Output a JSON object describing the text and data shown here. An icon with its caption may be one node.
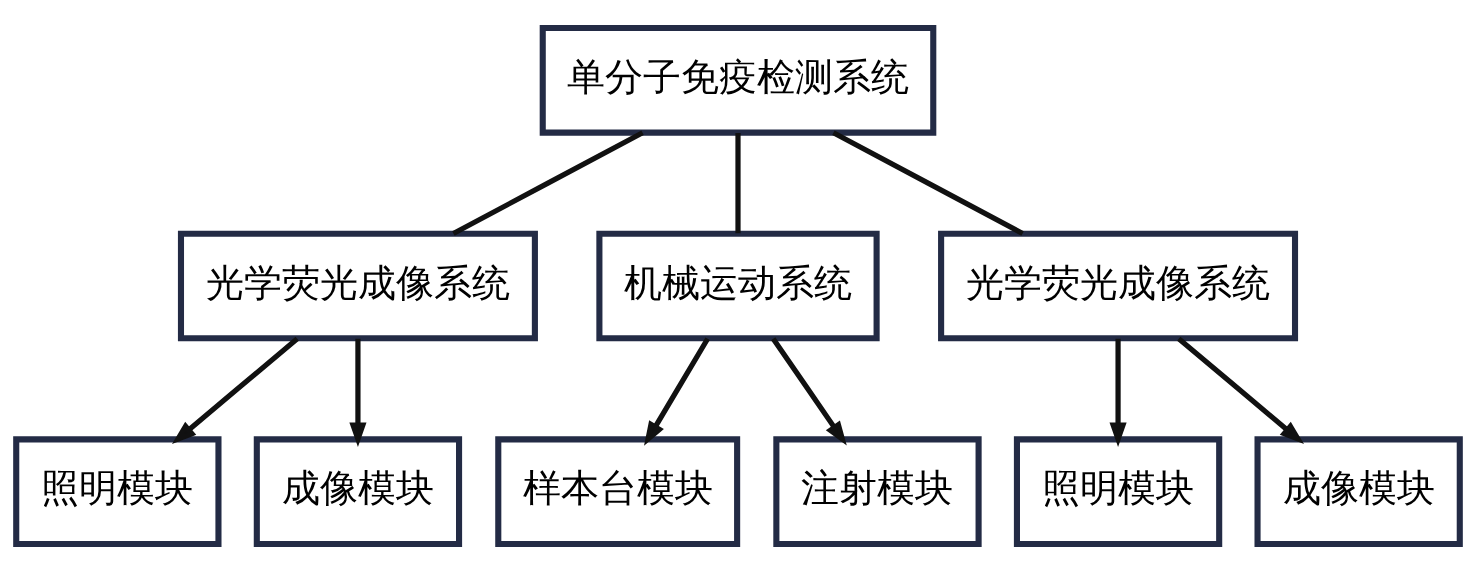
{
  "diagram": {
    "nodes": [
      {
        "text": [
          "单分子免疫检测系统"
        ]
      },
      {
        "text": [
          "光学荧光成像系统"
        ]
      },
      {
        "text": [
          "机械运动系统"
        ]
      },
      {
        "text": [
          "光学荧光成像系统"
        ]
      },
      {
        "text": [
          "照明模块"
        ]
      },
      {
        "text": [
          "成像模块"
        ]
      },
      {
        "text": [
          "样本台模块"
        ]
      },
      {
        "text": [
          "注射模块"
        ]
      },
      {
        "text": [
          "照明模块"
        ]
      },
      {
        "text": [
          "成像模块"
        ]
      }
    ],
    "edges": [
      {
        "from": 0,
        "to": 1,
        "arrow": "none"
      },
      {
        "from": 0,
        "to": 2,
        "arrow": "none"
      },
      {
        "from": 0,
        "to": 3,
        "arrow": "none"
      },
      {
        "from": 1,
        "to": 4,
        "arrow": "to"
      },
      {
        "from": 1,
        "to": 5,
        "arrow": "to"
      },
      {
        "from": 2,
        "to": 6,
        "arrow": "to"
      },
      {
        "from": 2,
        "to": 7,
        "arrow": "to"
      },
      {
        "from": 3,
        "to": 8,
        "arrow": "to"
      },
      {
        "from": 3,
        "to": 9,
        "arrow": "to"
      }
    ]
  }
}
